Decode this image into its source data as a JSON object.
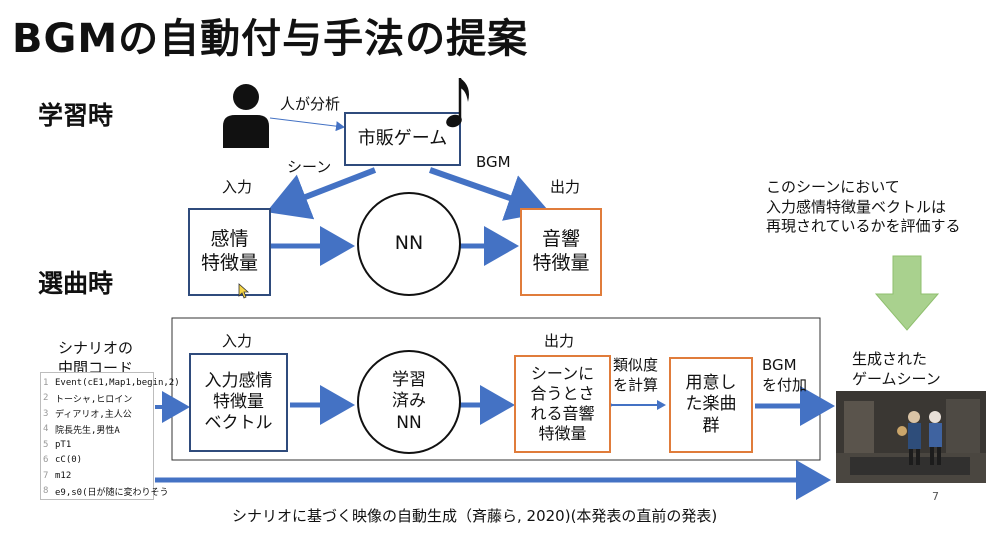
{
  "title": "BGMの自動付与手法の提案",
  "sections": {
    "learning": "学習時",
    "selection": "選曲時"
  },
  "learning": {
    "human_analysis": "人が分析",
    "game": "市販ゲーム",
    "scene_label": "シーン",
    "bgm_label": "BGM",
    "input_label": "入力",
    "output_label": "出力",
    "emotion_feature": "感情\n特徴量",
    "nn": "NN",
    "sound_feature": "音響\n特徴量"
  },
  "evaluation_note": "このシーンにおいて\n入力感情特徴量ベクトルは\n再現されているかを評価する",
  "selection": {
    "scenario_label": "シナリオの\n中間コード",
    "input_label": "入力",
    "output_label": "出力",
    "input_vector": "入力感情\n特徴量\nベクトル",
    "trained_nn": "学習\n済み\nNN",
    "matched_feature": "シーンに\n合うとさ\nれる音響\n特徴量",
    "similarity": "類似度\nを計算",
    "prepared_songs": "用意し\nた楽曲\n群",
    "add_bgm": "BGM\nを付加",
    "generated_scene": "生成された\nゲームシーン"
  },
  "code_lines": [
    {
      "n": "1",
      "text": "Event(cE1,Map1,begin,2)"
    },
    {
      "n": "2",
      "text": "トーシャ,ヒロイン"
    },
    {
      "n": "3",
      "text": "ディアリオ,主人公"
    },
    {
      "n": "4",
      "text": "院長先生,男性A"
    },
    {
      "n": "5",
      "text": "pT1"
    },
    {
      "n": "6",
      "text": "cC(0)"
    },
    {
      "n": "7",
      "text": "m12"
    },
    {
      "n": "8",
      "text": "e9,s0(日が随に変わりそう"
    }
  ],
  "footnote": "シナリオに基づく映像の自動生成（斉藤ら, 2020)(本発表の直前の発表)",
  "page_number": "7",
  "colors": {
    "arrow": "#4472c4",
    "blue_border": "#2f4b7c",
    "orange_border": "#e07c3b",
    "green_arrow": "#a9d18e"
  },
  "icons": [
    "person-icon",
    "music-note-icon",
    "down-arrow-icon"
  ]
}
